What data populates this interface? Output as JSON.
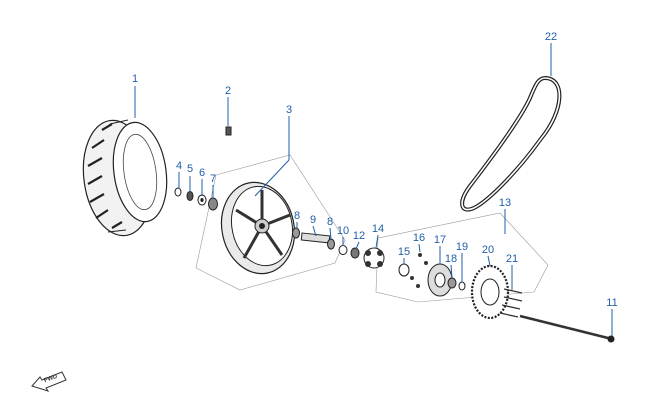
{
  "callouts": {
    "c1": "1",
    "c2": "2",
    "c3": "3",
    "c4": "4",
    "c5": "5",
    "c6": "6",
    "c7": "7",
    "c8a": "8",
    "c8b": "8",
    "c9": "9",
    "c10": "10",
    "c11": "11",
    "c12": "12",
    "c13": "13",
    "c14": "14",
    "c15": "15",
    "c16": "16",
    "c17": "17",
    "c18": "18",
    "c19": "19",
    "c20": "20",
    "c21": "21",
    "c22": "22"
  },
  "direction_label": "FWD",
  "colors": {
    "callout": "#1f5fa8",
    "line": "#222222",
    "dashed_group": "#999999"
  }
}
